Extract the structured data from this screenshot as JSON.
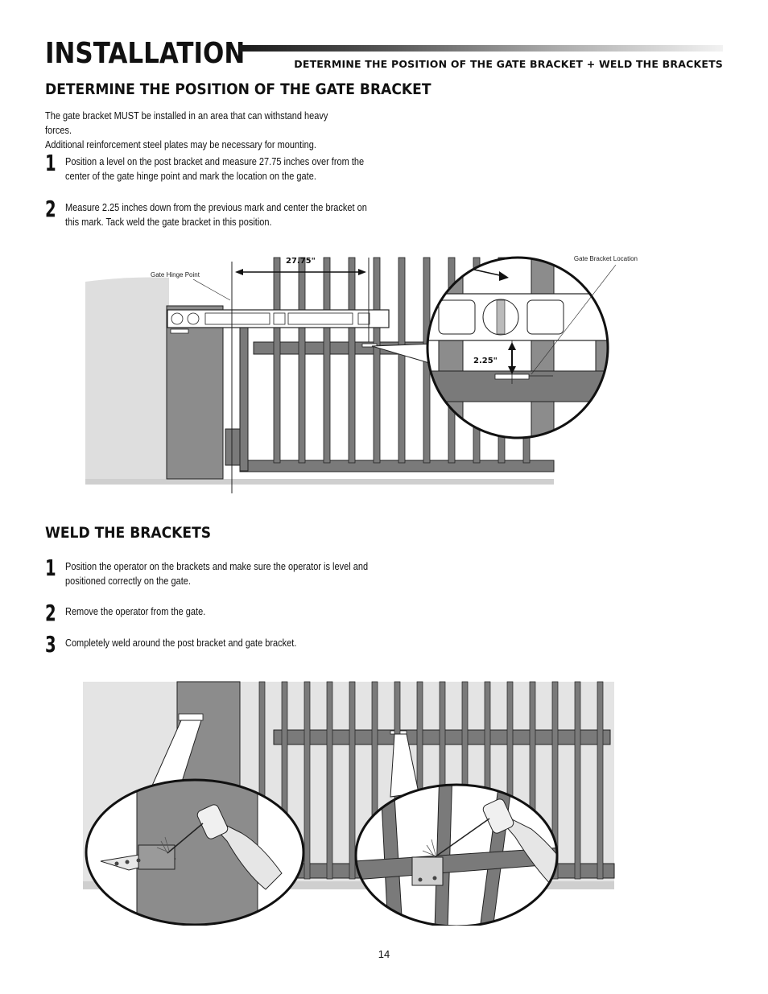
{
  "header": {
    "title": "INSTALLATION",
    "running_head": "DETERMINE THE POSITION OF THE GATE BRACKET + WELD THE BRACKETS"
  },
  "section1": {
    "heading": "DETERMINE THE POSITION OF THE GATE BRACKET",
    "intro_line1": "The gate bracket MUST be installed in an area that can withstand heavy forces.",
    "intro_line2": "Additional reinforcement steel plates may be necessary for mounting.",
    "steps": [
      {
        "number": "1",
        "line1": "Position a level on the post bracket and measure 27.75 inches over from the",
        "line2": "center of the gate hinge point and mark the location on the gate."
      },
      {
        "number": "2",
        "line1": "Measure 2.25 inches down from the previous mark and center the bracket on",
        "line2": "this mark. Tack weld the gate bracket in this position."
      }
    ],
    "figure": {
      "label_hinge": "Gate Hinge Point",
      "label_location": "Gate Bracket Location",
      "dim_horizontal": "27.75\"",
      "dim_vertical": "2.25\""
    }
  },
  "section2": {
    "heading": "WELD THE BRACKETS",
    "steps": [
      {
        "number": "1",
        "line1": "Position the operator on the brackets and make sure the operator is level and",
        "line2": "positioned correctly on the gate."
      },
      {
        "number": "2",
        "line1": "Remove the operator from the gate.",
        "line2": ""
      },
      {
        "number": "3",
        "line1": "Completely weld around the post bracket and gate bracket.",
        "line2": ""
      }
    ]
  },
  "footer": {
    "page_number": "14"
  },
  "colors": {
    "ink": "#111111",
    "gate_gray": "#7a7a7a",
    "post_gray": "#8c8c8c",
    "background_gray": "#d9d9d9"
  }
}
